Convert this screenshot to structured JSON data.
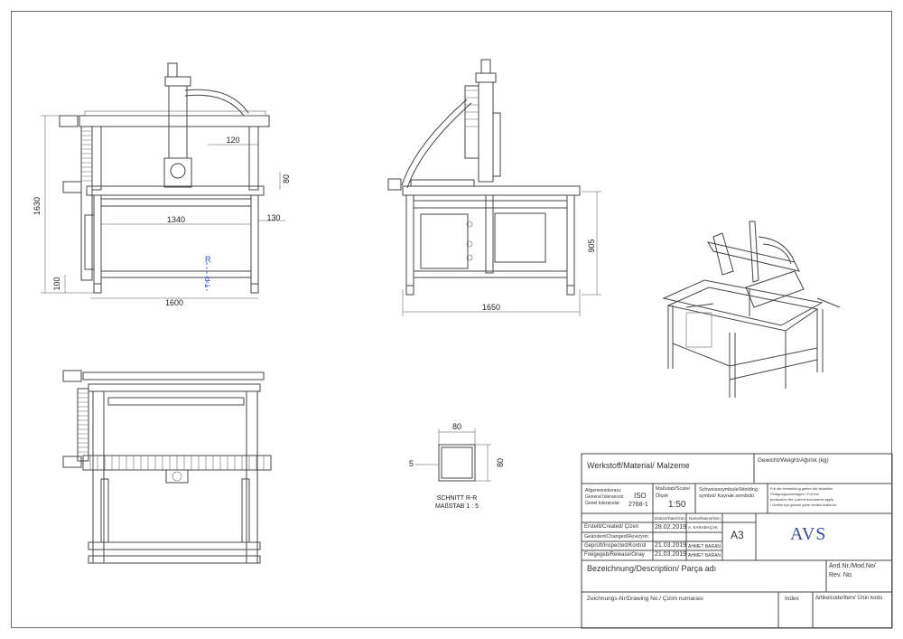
{
  "dimensions": {
    "front_height": "1630",
    "front_width": "1600",
    "front_offset": "120",
    "front_beam": "80",
    "front_span": "1340",
    "front_side": "130",
    "front_foot": "100",
    "section_mark": "R",
    "section_tag": "T-R",
    "side_width": "1650",
    "side_height": "905",
    "profile_width": "80",
    "profile_height": "80",
    "profile_wall": "5"
  },
  "section_caption": {
    "line1": "SCHNITT R-R",
    "line2": "MAßSTAB 1 : 5"
  },
  "title_block": {
    "material": "Werkstoff/Material/ Malzeme",
    "weight": "Gewicht/Weight/Ağırlık (kg)",
    "tolerance_line1": "Allgemeintoleranz",
    "tolerance_line2": "General tolerances",
    "tolerance_line3": "Genel toleranslar",
    "iso": "ISO",
    "iso_num": "2768-1",
    "scale_label_line1": "Maßstab/Scale/",
    "scale_label_line2": "Ölçek",
    "scale_value": "1:50",
    "weld_line1": "Schweisssymbole/Welding",
    "weld_line2": "symbol/ Kaynak sembolü",
    "note_line1": "Für die Herstellung gelten die aktuellen",
    "note_line2": "Fertigungsunterlagen / For the",
    "note_line3": "production the current documents apply",
    "note_line4": "/ Üretim için güncel çizim verileri kullanılır",
    "date_header": "Datum/Date/Gün",
    "name_header": "Name/Name/İsim",
    "created": "Erstellt/Created/ Çizen",
    "created_date": "28.02.2019",
    "created_name": "A. KARABAÇAK",
    "changed": "Geändert/Changed/Revizyon",
    "checked": "Geprüft/Inspected/Kontrol",
    "checked_date": "21.03.2019",
    "checked_name": "AHMET BARAN",
    "released": "Freigegeb/Release/Onay",
    "released_date": "21.03.2019",
    "released_name": "AHMET BARAN",
    "sheet_size": "A3",
    "logo": "AVS",
    "designation": "Bezeichnung/Description/ Parça adı",
    "rev_line1": "Änd.Nr./Mod.No/",
    "rev_line2": "Rev. No.",
    "drawing_no": "Zeichnungs-Nr/Drawing No./ Çizim numarası",
    "index": "Index",
    "article": "Artikelcode/Item/ Ürün kodu"
  },
  "colors": {
    "section_mark": "#3050c0",
    "logo": "#3a4f9a"
  }
}
